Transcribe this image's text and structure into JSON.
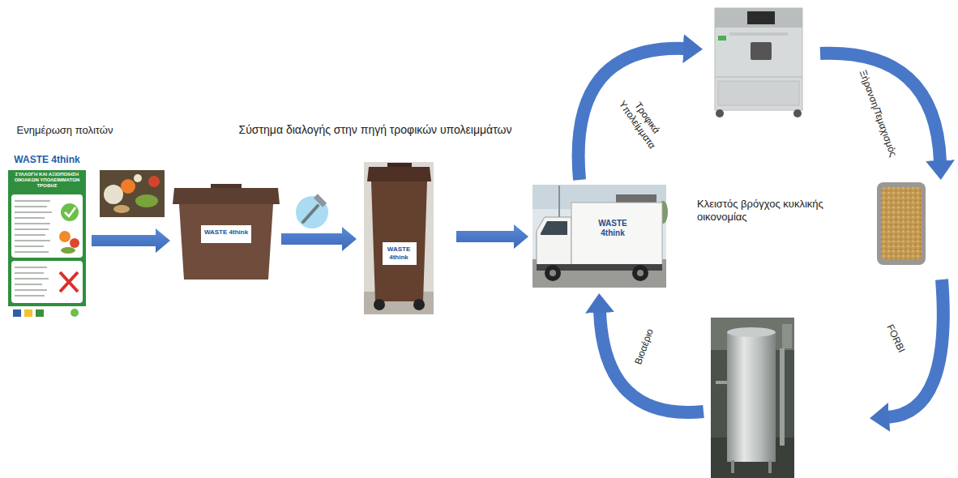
{
  "diagram": {
    "nodes": [
      {
        "text": [
          "WASTE 4think",
          "ΣΥΛΛΟΓΗ ΚΑΙ ΑΞΙΟΠΟΙΗΣΗ ΟΙΚΙΑΚΩΝ ΥΠΟΛΕΙΜΜΑΤΩΝ ΤΡΟΦΗΣ"
        ]
      },
      {
        "text": [
          "WASTE 4think"
        ]
      },
      {
        "text": [
          "WASTE 4think"
        ]
      },
      {
        "text": [
          "WASTE 4think"
        ]
      }
    ],
    "edges": [
      {
        "from": 0,
        "to": 1,
        "arrow": "to"
      },
      {
        "from": 1,
        "to": 2,
        "arrow": "to"
      },
      {
        "from": 2,
        "to": 3,
        "arrow": "to"
      }
    ],
    "labels": [
      "Ενημέρωση πολιτών",
      "Σύστημα διαλογής στην πηγή τροφικών υπολειμμάτων",
      "Κλειστός βρόγχος κυκλικής οικονομίας",
      "Τροφικά Υπολείμματα",
      "Ξήρανση/Τεμαχισμός",
      "FORBI",
      "Βιοαέριο"
    ]
  }
}
